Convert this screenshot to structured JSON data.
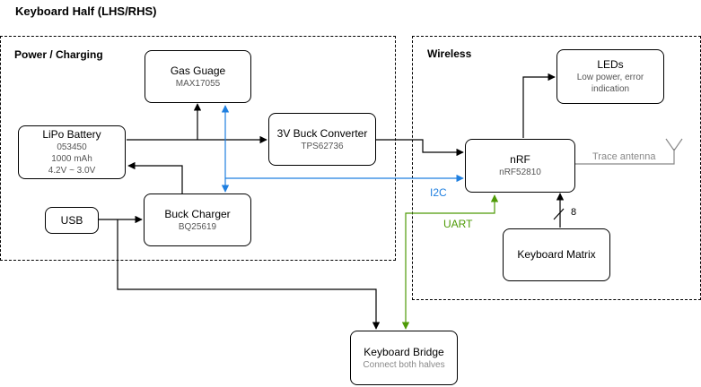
{
  "title": "Keyboard Half (LHS/RHS)",
  "groups": {
    "power": {
      "label": "Power / Charging"
    },
    "wireless": {
      "label": "Wireless"
    }
  },
  "blocks": {
    "gas_gauge": {
      "name": "Gas Guage",
      "part": "MAX17055"
    },
    "battery": {
      "name": "LiPo Battery",
      "part": "053450",
      "capacity": "1000 mAh",
      "voltage": "4.2V ~ 3.0V"
    },
    "buck_converter": {
      "name": "3V Buck Converter",
      "part": "TPS62736"
    },
    "usb": {
      "name": "USB"
    },
    "buck_charger": {
      "name": "Buck Charger",
      "part": "BQ25619"
    },
    "leds": {
      "name": "LEDs",
      "desc_line1": "Low power, error",
      "desc_line2": "indication"
    },
    "nrf": {
      "name": "nRF",
      "part": "nRF52810"
    },
    "matrix": {
      "name": "Keyboard Matrix"
    },
    "bridge": {
      "name": "Keyboard Bridge",
      "desc": "Connect both halves"
    }
  },
  "labels": {
    "trace_antenna": "Trace antenna",
    "i2c": "I2C",
    "uart": "UART",
    "bus_width": "8"
  },
  "colors": {
    "i2c": "#1f7fe0",
    "uart": "#4e9a06",
    "antenna": "#888888"
  }
}
